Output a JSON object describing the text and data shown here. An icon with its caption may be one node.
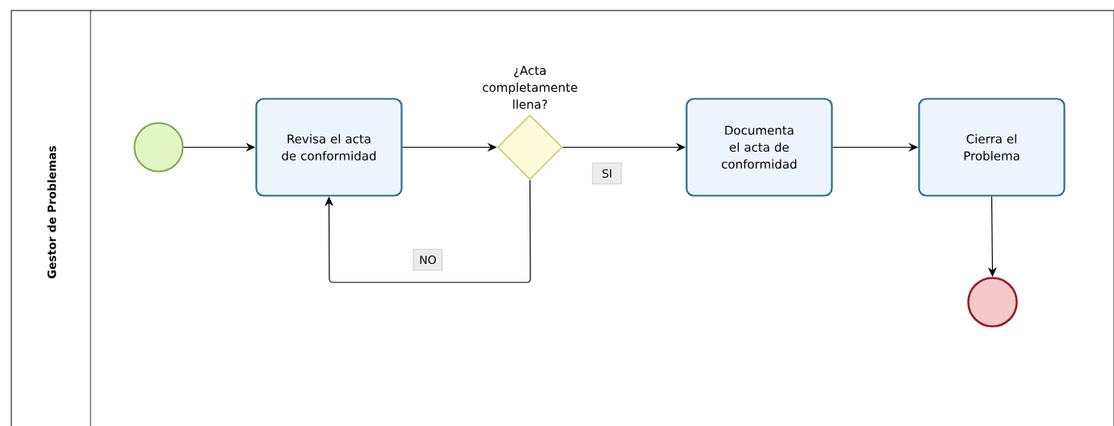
{
  "diagram": {
    "nodes": [
      {
        "text": [
          "Gestor de Problemas"
        ]
      },
      {
        "text": [],
        "shape": "circle",
        "in": 0
      },
      {
        "text": [
          "Revisa el acta de conformidad"
        ],
        "in": 0
      },
      {
        "text": [
          "¿Acta completamente llena?"
        ],
        "in": 0
      },
      {
        "text": [
          "Documenta el acta de conformidad"
        ],
        "in": 0
      },
      {
        "text": [
          "Cierra el Problema"
        ],
        "in": 0
      },
      {
        "text": [],
        "shape": "circle",
        "in": 0
      }
    ],
    "edges": [
      {
        "from": 1,
        "to": 2,
        "arrow": "to"
      },
      {
        "from": 2,
        "to": 3,
        "arrow": "to"
      },
      {
        "from": 3,
        "to": 4,
        "arrow": "to",
        "label": "SI"
      },
      {
        "from": 3,
        "to": 2,
        "arrow": "to",
        "label": "NO"
      },
      {
        "from": 4,
        "to": 5,
        "arrow": "to"
      },
      {
        "from": 5,
        "to": 6,
        "arrow": "to"
      }
    ]
  }
}
